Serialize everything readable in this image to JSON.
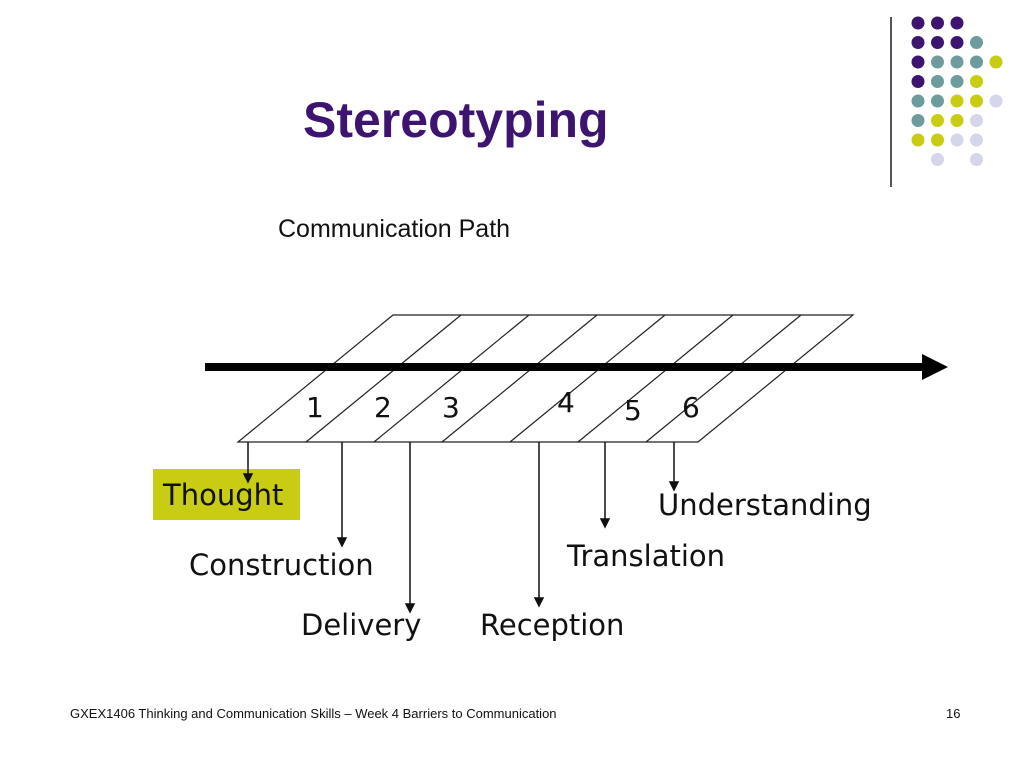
{
  "slide": {
    "title": "Stereotyping",
    "subtitle": "Communication Path"
  },
  "diagram": {
    "segment_numbers": [
      "1",
      "2",
      "3",
      "4",
      "5",
      "6"
    ],
    "stages": [
      {
        "label": "Thought"
      },
      {
        "label": "Construction"
      },
      {
        "label": "Delivery"
      },
      {
        "label": "Reception"
      },
      {
        "label": "Translation"
      },
      {
        "label": "Understanding"
      }
    ]
  },
  "footer": {
    "text": "GXEX1406 Thinking and Communication Skills – Week 4 Barriers to Communication",
    "page_number": "16"
  },
  "colors": {
    "title": "#3d1570",
    "dark_purple": "#3d1570",
    "teal": "#6e9c9c",
    "olive": "#c8cc12",
    "lavender": "#d6d6ea",
    "highlight": "#c8cc12"
  },
  "decorations": {
    "dot_grid": [
      [
        "purple",
        "purple",
        "purple",
        "none",
        "none"
      ],
      [
        "purple",
        "purple",
        "purple",
        "teal",
        "none"
      ],
      [
        "purple",
        "teal",
        "teal",
        "teal",
        "olive"
      ],
      [
        "purple",
        "teal",
        "teal",
        "olive",
        "none"
      ],
      [
        "teal",
        "teal",
        "olive",
        "olive",
        "lavender"
      ],
      [
        "teal",
        "olive",
        "olive",
        "lavender",
        "none"
      ],
      [
        "olive",
        "olive",
        "lavender",
        "lavender",
        "none"
      ],
      [
        "none",
        "lavender",
        "none",
        "lavender",
        "none"
      ]
    ]
  }
}
